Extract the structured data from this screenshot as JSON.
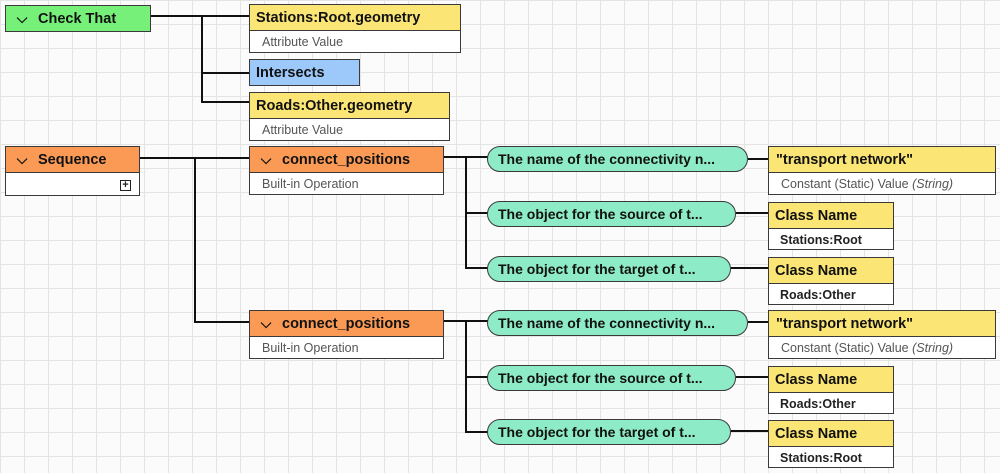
{
  "check_that": {
    "title": "Check That"
  },
  "condition": {
    "left": {
      "title": "Stations:Root.geometry",
      "subtitle": "Attribute Value"
    },
    "operator": {
      "title": "Intersects"
    },
    "right": {
      "title": "Roads:Other.geometry",
      "subtitle": "Attribute Value"
    }
  },
  "sequence": {
    "title": "Sequence",
    "expand_symbol": "+"
  },
  "operations": [
    {
      "title": "connect_positions",
      "subtitle": "Built-in Operation",
      "params": [
        {
          "label": "The name of the connectivity n...",
          "value_title": "\"transport network\"",
          "value_subtitle": "Constant (Static) Value",
          "value_type": "(String)"
        },
        {
          "label": "The object for the source of t...",
          "value_title": "Class Name",
          "value_subtitle": "Stations:Root"
        },
        {
          "label": "The object for the target of t...",
          "value_title": "Class Name",
          "value_subtitle": "Roads:Other"
        }
      ]
    },
    {
      "title": "connect_positions",
      "subtitle": "Built-in Operation",
      "params": [
        {
          "label": "The name of the connectivity n...",
          "value_title": "\"transport network\"",
          "value_subtitle": "Constant (Static) Value",
          "value_type": "(String)"
        },
        {
          "label": "The object for the source of t...",
          "value_title": "Class Name",
          "value_subtitle": "Roads:Other"
        },
        {
          "label": "The object for the target of t...",
          "value_title": "Class Name",
          "value_subtitle": "Stations:Root"
        }
      ]
    }
  ],
  "colors": {
    "check_that": "#77f07a",
    "sequence": "#fb9a55",
    "operation": "#fb9a55",
    "value": "#fbe675",
    "operator": "#9cc8fa",
    "param": "#8eebc7"
  },
  "icons": {
    "collapse": "chevron-down-icon",
    "expand": "plus-box-icon"
  }
}
